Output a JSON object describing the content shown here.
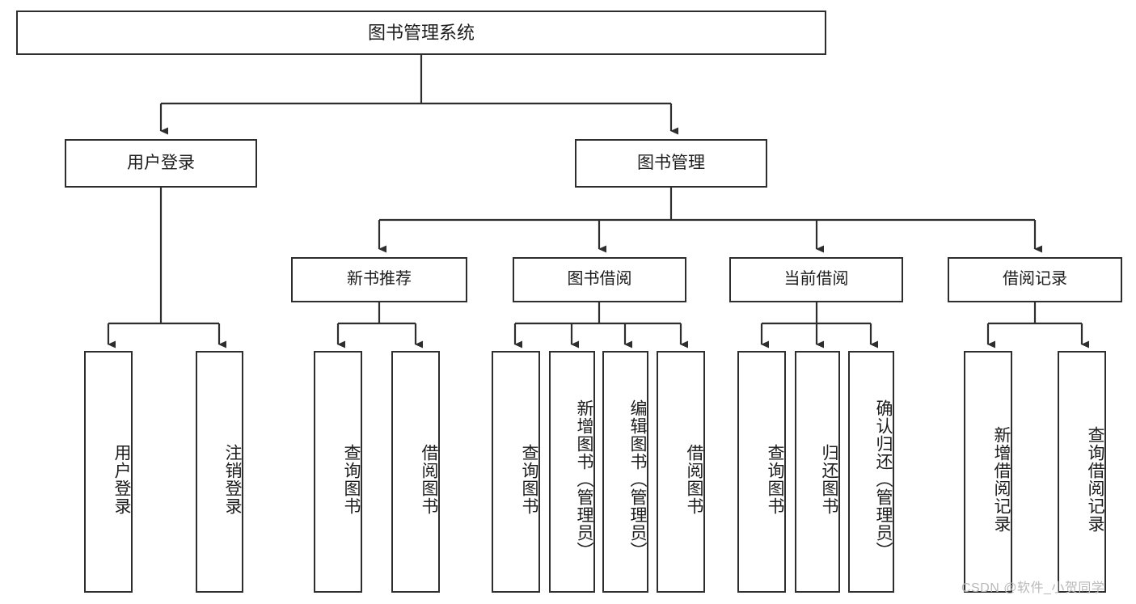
{
  "diagram": {
    "type": "tree",
    "orientation": "top-down",
    "title": "图书管理系统",
    "colors": {
      "box_border": "#2e2e2e",
      "box_fill": "#ffffff",
      "text": "#1c1c1c",
      "connector": "#2e2e2e",
      "watermark": "#b9b9b9",
      "background": "#ffffff"
    },
    "root": {
      "label": "图书管理系统"
    },
    "level2": [
      {
        "label": "用户登录"
      },
      {
        "label": "图书管理"
      }
    ],
    "level3": [
      {
        "label": "新书推荐"
      },
      {
        "label": "图书借阅"
      },
      {
        "label": "当前借阅"
      },
      {
        "label": "借阅记录"
      }
    ],
    "leaves": {
      "user_login": [
        {
          "label": "用户登录"
        },
        {
          "label": "注销登录"
        }
      ],
      "new_book_recommend": [
        {
          "label": "查询图书"
        },
        {
          "label": "借阅图书"
        }
      ],
      "book_borrow": [
        {
          "label": "查询图书"
        },
        {
          "label": "新增图书（管理员）"
        },
        {
          "label": "编辑图书（管理员）"
        },
        {
          "label": "借阅图书"
        }
      ],
      "current_borrow": [
        {
          "label": "查询图书"
        },
        {
          "label": "归还图书"
        },
        {
          "label": "确认归还（管理员）"
        }
      ],
      "borrow_record": [
        {
          "label": "新增借阅记录"
        },
        {
          "label": "查询借阅记录"
        }
      ]
    }
  },
  "watermark": {
    "text": "CSDN @软件_小贺同学"
  }
}
